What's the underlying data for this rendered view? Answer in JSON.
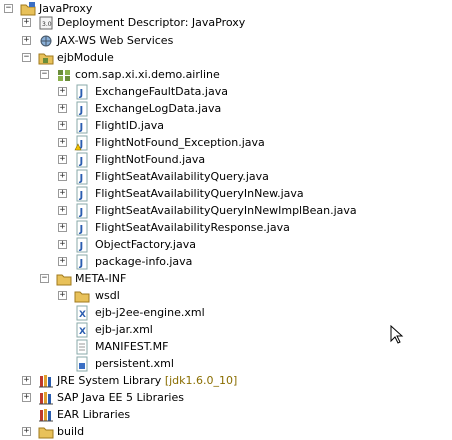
{
  "tree": {
    "project": "JavaProxy",
    "deployment_descriptor": "Deployment Descriptor: JavaProxy",
    "jaxws_services": "JAX-WS Web Services",
    "ejb_module": "ejbModule",
    "package_name": "com.sap.xi.xi.demo.airline",
    "java_files": [
      "ExchangeFaultData.java",
      "ExchangeLogData.java",
      "FlightID.java",
      "FlightNotFound_Exception.java",
      "FlightNotFound.java",
      "FlightSeatAvailabilityQuery.java",
      "FlightSeatAvailabilityQueryInNew.java",
      "FlightSeatAvailabilityQueryInNewImplBean.java",
      "FlightSeatAvailabilityResponse.java",
      "ObjectFactory.java",
      "package-info.java"
    ],
    "meta_inf": "META-INF",
    "wsdl": "wsdl",
    "meta_files": [
      "ejb-j2ee-engine.xml",
      "ejb-jar.xml",
      "MANIFEST.MF",
      "persistent.xml"
    ],
    "jre_library": "JRE System Library",
    "jre_version": "[jdk1.6.0_10]",
    "sap_libraries": "SAP Java EE 5 Libraries",
    "ear_libraries": "EAR Libraries",
    "build": "build"
  },
  "toggle_symbols": {
    "collapsed": "+",
    "expanded": "−"
  },
  "colors": {
    "java_icon": "#2a5db0",
    "folder_icon": "#e8c15a",
    "package_icon": "#6a8d3a"
  }
}
